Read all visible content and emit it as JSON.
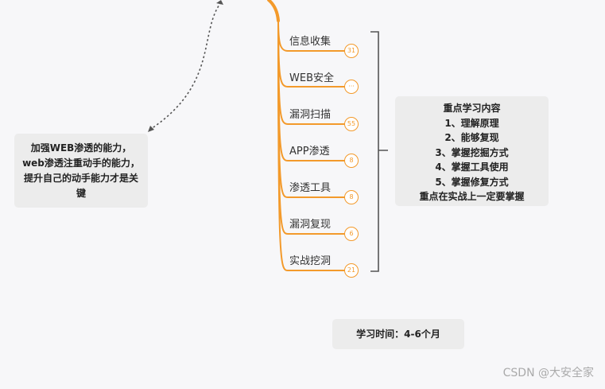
{
  "branches": [
    {
      "label": "信息收集",
      "count": "31"
    },
    {
      "label": "WEB安全",
      "count": "···"
    },
    {
      "label": "漏洞扫描",
      "count": "55"
    },
    {
      "label": "APP渗透",
      "count": "8"
    },
    {
      "label": "渗透工具",
      "count": "8"
    },
    {
      "label": "漏洞复现",
      "count": "6"
    },
    {
      "label": "实战挖洞",
      "count": "21"
    }
  ],
  "left_note": {
    "text": "加强WEB渗透的能力，web渗透注重动手的能力，提升自己的动手能力才是关键"
  },
  "right_note": {
    "title": "重点学习内容",
    "items": [
      "1、理解原理",
      "2、能够复现",
      "3、掌握挖掘方式",
      "4、掌握工具使用",
      "5、掌握修复方式",
      "重点在实战上一定要掌握"
    ]
  },
  "time_note": {
    "text": "学习时间：4-6个月"
  },
  "watermark": "CSDN @大安全家",
  "colors": {
    "branch": "#f39a2b",
    "bracket": "#555555",
    "dotted": "#555555"
  }
}
